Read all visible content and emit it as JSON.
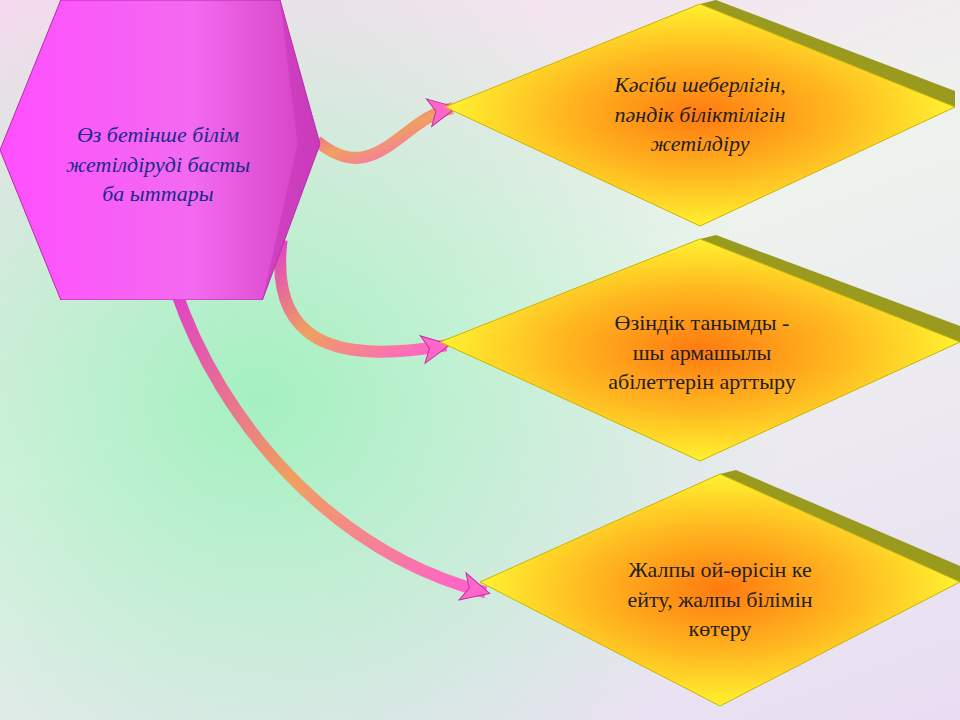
{
  "diagram": {
    "nodes": [
      {
        "text": [
          "Өз бетінше білім жетілдіруді басты ба ыттары"
        ]
      },
      {
        "text": [
          "Кәсіби шеберлігін, пәндік біліктілігін жетілдіру"
        ]
      },
      {
        "text": [
          "Өзіндік танымды - шы армашылы абілеттерін арттыру"
        ]
      },
      {
        "text": [
          "Жалпы ой-өрісін ке ейту, жалпы білімін көтеру"
        ]
      }
    ],
    "edges": [
      {
        "from": 0,
        "to": 1,
        "arrow": "to"
      },
      {
        "from": 0,
        "to": 2,
        "arrow": "to"
      },
      {
        "from": 0,
        "to": 3,
        "arrow": "to"
      }
    ]
  }
}
